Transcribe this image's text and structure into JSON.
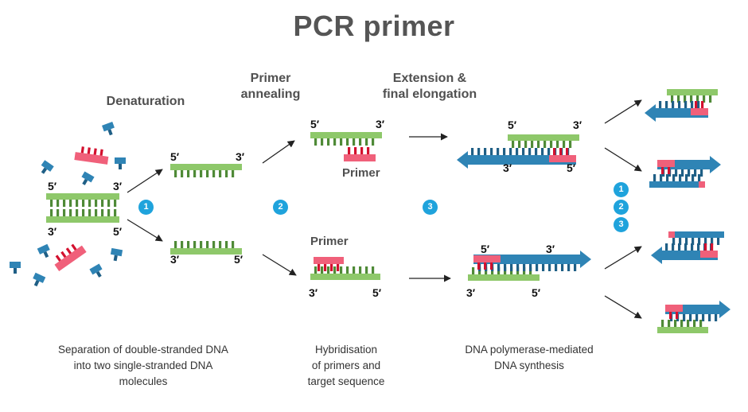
{
  "title": "PCR primer",
  "steps": {
    "denaturation": "Denaturation",
    "annealing": [
      "Primer",
      "annealing"
    ],
    "extension": [
      "Extension &",
      "final elongation"
    ]
  },
  "captions": {
    "denaturation": [
      "Separation of double-stranded DNA",
      "into two single-stranded DNA",
      "molecules"
    ],
    "annealing": [
      "Hybridisation",
      "of primers and",
      "target sequence"
    ],
    "extension": [
      "DNA polymerase-mediated",
      "DNA synthesis"
    ]
  },
  "labels": {
    "five_prime": "5′",
    "three_prime": "3′",
    "primer": "Primer"
  },
  "badges": [
    "1",
    "2",
    "3"
  ],
  "colors": {
    "template": "#8ec86a",
    "template_teeth": "#4f8a37",
    "primer": "#f0607a",
    "primer_teeth": "#d3102e",
    "new_strand": "#2f84b5",
    "new_strand_teeth": "#1f5f86",
    "badge": "#1fa3dc",
    "arrow": "#222222"
  }
}
